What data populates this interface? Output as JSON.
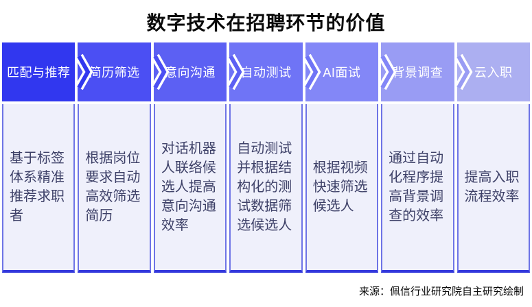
{
  "title": "数字技术在招聘环节的价值",
  "source": "来源：佩信行业研究院自主研究绘制",
  "palette": {
    "body_background": "#EFF0FB",
    "body_side_border": "#6E74E6",
    "body_bottom_border": "#3338DC",
    "body_text": "#3E4168",
    "header_text": "#FFFFFF"
  },
  "columns": [
    {
      "header": "匹配与推荐",
      "color": "#3137EF",
      "body": "基于标签\n体系精准\n推荐求职\n者"
    },
    {
      "header": "简历筛选",
      "color": "#4B4FF3",
      "body": "根据岗位\n要求自动\n高效筛选\n简历"
    },
    {
      "header": "意向沟通",
      "color": "#5C60F3",
      "body": "对话机器\n人联络候\n选人提高\n意向沟通\n效率"
    },
    {
      "header": "自动测试",
      "color": "#6F74F6",
      "body": "自动测试\n并根据结\n构化的测\n试数据筛\n选候选人"
    },
    {
      "header": "AI面试",
      "color": "#8387F7",
      "body": "根据视频\n快速筛选\n候选人"
    },
    {
      "header": "背景调查",
      "color": "#999CF4",
      "body": "通过自动\n化程序提\n高背景调\n查的效率"
    },
    {
      "header": "云入职",
      "color": "#ACAFF1",
      "body": "提高入职\n流程效率"
    }
  ]
}
